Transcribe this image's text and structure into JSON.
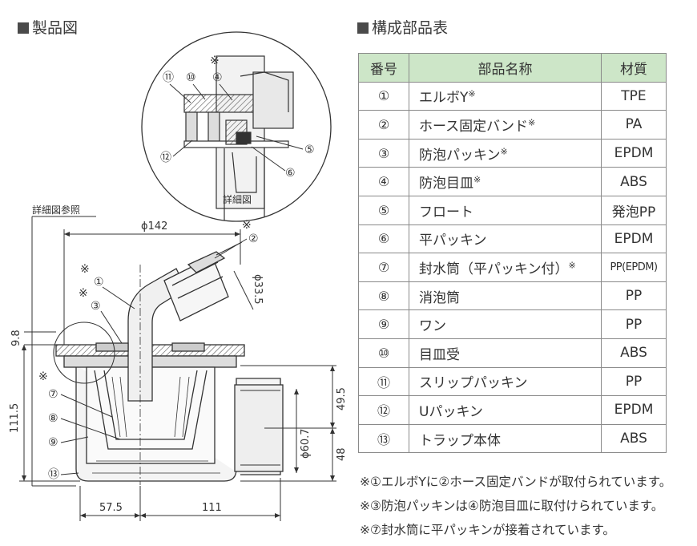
{
  "titles": {
    "product_drawing": "製品図",
    "parts_table": "構成部品表"
  },
  "table": {
    "headers": [
      "番号",
      "部品名称",
      "材質"
    ],
    "rows": [
      {
        "no": "①",
        "name": "エルボY",
        "mark": "※",
        "material": "TPE"
      },
      {
        "no": "②",
        "name": "ホース固定バンド",
        "mark": "※",
        "material": "PA"
      },
      {
        "no": "③",
        "name": "防泡パッキン",
        "mark": "※",
        "material": "EPDM"
      },
      {
        "no": "④",
        "name": "防泡目皿",
        "mark": "※",
        "material": "ABS"
      },
      {
        "no": "⑤",
        "name": "フロート",
        "mark": "",
        "material": "発泡PP"
      },
      {
        "no": "⑥",
        "name": "平パッキン",
        "mark": "",
        "material": "EPDM"
      },
      {
        "no": "⑦",
        "name": "封水筒（平パッキン付）",
        "mark": "※",
        "material": "PP(EPDM)"
      },
      {
        "no": "⑧",
        "name": "消泡筒",
        "mark": "",
        "material": "PP"
      },
      {
        "no": "⑨",
        "name": "ワン",
        "mark": "",
        "material": "PP"
      },
      {
        "no": "⑩",
        "name": "目皿受",
        "mark": "",
        "material": "ABS"
      },
      {
        "no": "⑪",
        "name": "スリップパッキン",
        "mark": "",
        "material": "PP"
      },
      {
        "no": "⑫",
        "name": "Uパッキン",
        "mark": "",
        "material": "EPDM"
      },
      {
        "no": "⑬",
        "name": "トラップ本体",
        "mark": "",
        "material": "ABS"
      }
    ]
  },
  "notes": [
    "※①エルボYに②ホース固定バンドが取付られています。",
    "※③防泡パッキンは④防泡目皿に取付けられています。",
    "※⑦封水筒に平パッキンが接着されています。"
  ],
  "diagram": {
    "detail_label": "詳細図",
    "detail_ref": "詳細図参照",
    "mark": "※",
    "callouts": [
      "①",
      "②",
      "③",
      "④",
      "⑤",
      "⑥",
      "⑦",
      "⑧",
      "⑨",
      "⑩",
      "⑪",
      "⑫",
      "⑬"
    ],
    "dimensions": {
      "phi142": "ϕ142",
      "phi33_5": "ϕ33.5",
      "d9_8": "9.8",
      "d111_5": "111.5",
      "d49_5": "49.5",
      "phi60_7": "ϕ60.7",
      "d48": "48",
      "d57_5": "57.5",
      "d111": "111"
    }
  },
  "colors": {
    "table_header": "#cde6c8",
    "title_square": "#4a4a4a",
    "line": "#333333"
  }
}
